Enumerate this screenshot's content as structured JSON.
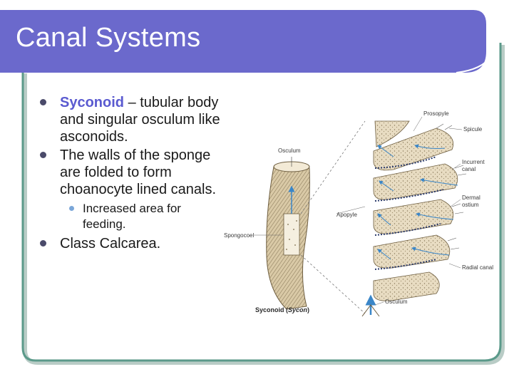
{
  "slide": {
    "title": "Canal Systems",
    "colors": {
      "banner": "#6b69cc",
      "frame": "#5b9a8a",
      "accent_text": "#5a5ad0"
    },
    "bullets": [
      {
        "term": "Syconoid",
        "text": " – tubular body and singular osculum like asconoids."
      },
      {
        "text": "The walls of the sponge are folded to form choanocyte lined canals."
      },
      {
        "text": "Class Calcarea."
      }
    ],
    "sub_bullets": [
      {
        "text": "Increased area for feeding."
      }
    ]
  },
  "diagram": {
    "labels": {
      "prosopyle": "Prosopyle",
      "spicule": "Spicule",
      "osculum_top": "Osculum",
      "incurrent": "Incurrent",
      "canal": "canal",
      "dermal": "Dermal",
      "ostium": "ostium",
      "apopyle": "Apopyle",
      "spongocoel": "Spongocoel",
      "radial_canal": "Radial canal",
      "osculum_bottom": "Osculum",
      "caption_main": "Syconoid (",
      "caption_italic": "Sycon",
      "caption_end": ")"
    }
  }
}
